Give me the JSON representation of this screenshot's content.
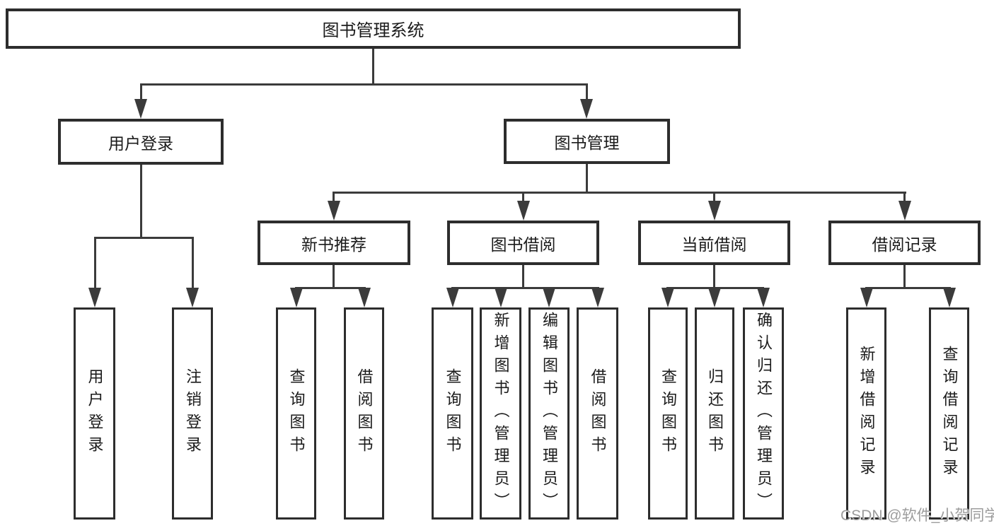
{
  "title": "图书管理系统",
  "tree": {
    "label": "图书管理系统",
    "children": [
      {
        "label": "用户登录",
        "children": [
          {
            "label": "用户登录"
          },
          {
            "label": "注销登录"
          }
        ]
      },
      {
        "label": "图书管理",
        "children": [
          {
            "label": "新书推荐",
            "children": [
              {
                "label": "查询图书"
              },
              {
                "label": "借阅图书"
              }
            ]
          },
          {
            "label": "图书借阅",
            "children": [
              {
                "label": "查询图书"
              },
              {
                "label": "新增图书（管理员）"
              },
              {
                "label": "编辑图书（管理员）"
              },
              {
                "label": "借阅图书"
              }
            ]
          },
          {
            "label": "当前借阅",
            "children": [
              {
                "label": "查询图书"
              },
              {
                "label": "归还图书"
              },
              {
                "label": "确认归还（管理员）"
              }
            ]
          },
          {
            "label": "借阅记录",
            "children": [
              {
                "label": "新增借阅记录"
              },
              {
                "label": "查询借阅记录"
              }
            ]
          }
        ]
      }
    ]
  },
  "watermark": {
    "text": "CSDN @软件_小贺同学"
  },
  "colors": {
    "line": "#3b3b3b",
    "box_border": "#2d2d2d",
    "text": "#1b1b1b",
    "watermark": "#9c9c9c",
    "background": "#ffffff"
  }
}
